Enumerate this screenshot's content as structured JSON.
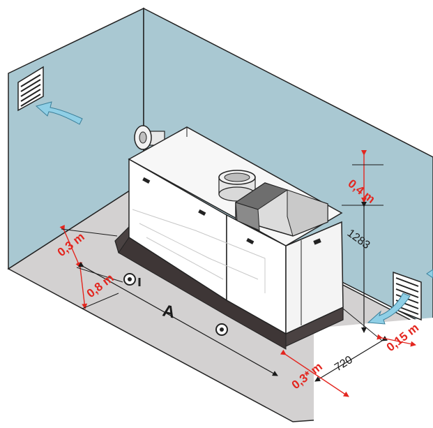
{
  "colors": {
    "wall": "#a9c8d2",
    "floor": "#d3d1d1",
    "boiler_body": "#ffffff",
    "boiler_base": "#4a4242",
    "dimension_red": "#e3261f",
    "dimension_dark": "#1a1a1a",
    "air_arrow": "#8fcfe6"
  },
  "icons": [
    "vent-grille-icon",
    "airflow-arrow-icon",
    "flue-pipe-icon",
    "wheel-icon"
  ],
  "dimensions": {
    "left_clearance_top": "0,3 m",
    "left_clearance_front": "0,8 m",
    "top_clearance": "0,4 m",
    "height": "1283",
    "depth": "720",
    "front_clearance": "0,3* m",
    "side_clearance": "0,15 m",
    "length_label": "A"
  }
}
